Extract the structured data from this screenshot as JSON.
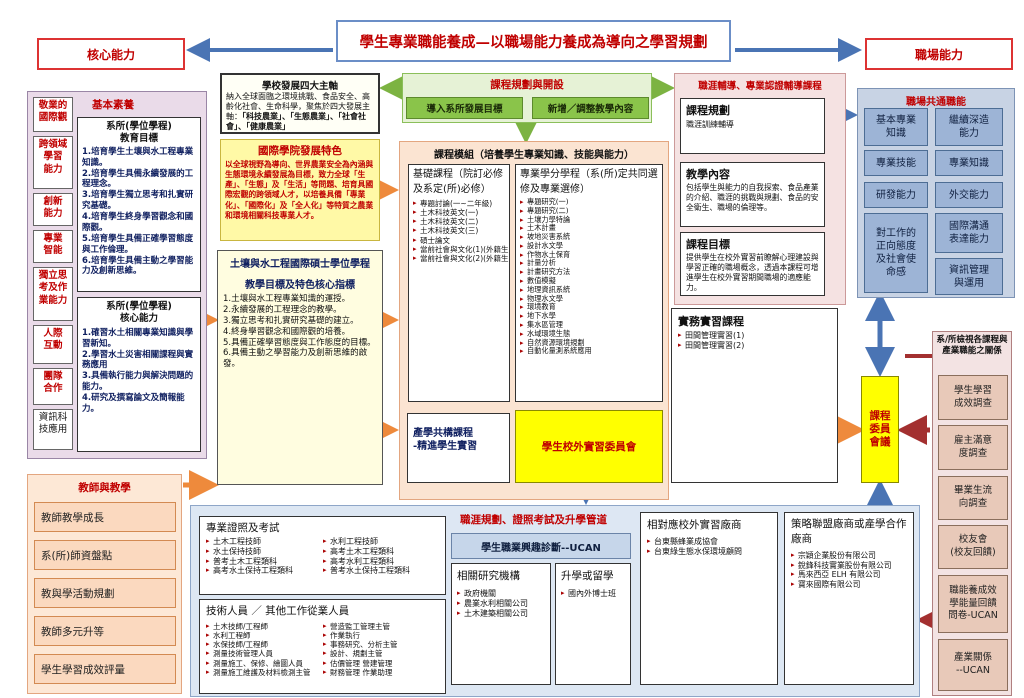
{
  "title": "學生專業職能養成—以職場能力養成為導向之學習規劃",
  "core_label": "核心能力",
  "workplace_label": "職場能力",
  "core_competencies": {
    "basic_title": "基本素養",
    "cells": [
      "敬業的\n國際觀",
      "跨領域\n學習\n能力",
      "創新\n能力",
      "專業\n智能",
      "獨立思\n考及作\n業能力",
      "人際\n互動",
      "團隊\n合作",
      "資訊科\n技應用"
    ],
    "dept_goals_heading": "系所(學位學程)\n教育目標",
    "dept_goals": [
      "1.培育學生土壤與水工程專業知識。",
      "2.培育學生具備永續發展的工程理念。",
      "3.培育學生獨立思考和扎實研究基礎。",
      "4.培育學生終身學習觀念和國際觀。",
      "5.培育學生具備正確學習態度與工作倫理。",
      "6.培育學生具備主動之學習能力及創新思維。"
    ],
    "core_ability_heading": "系所(學位學程)\n核心能力",
    "core_abilities": [
      "1.確習水土相關專業知識與學習新知。",
      "2.學習水土災害相關課程與實務應用",
      "3.具備執行能力與解決問題的能力。",
      "4.研究及撰寫論文及簡報能力。"
    ]
  },
  "school_goals": {
    "title": "學校發展四大主軸",
    "text": "納入全球面臨之環境挑戰、食品安全、高齡化社會、生命科學，聚焦於四大發展主軸：",
    "highlight": "「科技農業」、「生態農業」、「社會社會」、「健康農業」"
  },
  "intl_features": {
    "title": "國際學院發展特色",
    "text": "以全球視野為導向、世界農業安全為內涵與生態環境永續發展為目標，致力全球「生產」、「生態」及「生活」等問題、培育具國際宏觀的跨領域人才，以培養具備「專業化」、「國際化」及「全人化」等特質之農業和環境相關科技專業人才。"
  },
  "degree_program": {
    "title": "土壤與水工程國際碩士學位學程",
    "subtitle": "教學目標及特色核心指標",
    "items": [
      "1.土壤與水工程專業知識的運授。",
      "2.永續發展的工程理念的教學。",
      "3.獨立思考和扎實研究基礎的建立。",
      "4.終身學習觀念和國際觀的培養。",
      "5.具備正確學習態度與工作態度的目標。",
      "6.具備主動之學習能力及創新思維的啟發。"
    ]
  },
  "curriculum_planning": {
    "title": "課程規劃與開設",
    "left_button": "導入系所發展目標",
    "right_button": "新增／調整教學內容"
  },
  "course_modules": {
    "title": "課程模組（培養學生專業知識、技能與能力）",
    "basic": {
      "heading": "基礎課程（院訂必修及系定(所)必修）",
      "items": [
        "專題討論(一~二年級)",
        "土木科技英文(一)",
        "土木科技英文(二)",
        "土木科技英文(三)",
        "碩士論文",
        "當前社會與文化(1)(外籍生)",
        "當前社會與文化(2)(外籍生)"
      ]
    },
    "specialized": {
      "heading": "專業學分學程（系(所)定共同選修及專業選修）",
      "items": [
        "專題研究(一)",
        "專題研究(二)",
        "土壤力學特論",
        "土木計畫",
        "坡地災害系統",
        "設計水文學",
        "作物水土保育",
        "計量分析",
        "計畫研究方法",
        "數值模擬",
        "地理資訊系統",
        "物理水文學",
        "環境教育",
        "地下水學",
        "集水區管理",
        "水域環境生態",
        "自然資源環境規劃",
        "自動化量測系統應用"
      ]
    },
    "practice": {
      "heading": "實務實習課程",
      "items": [
        "田間管理實習(1)",
        "田間管理實習(2)"
      ]
    },
    "industry": "產學共構課程\n-精進學生實習",
    "committee": "學生校外實習委員會"
  },
  "professional_guidance": {
    "title": "職涯輔導、專業認證輔導課程",
    "plan_title": "課程規劃",
    "plan_text": "職涯訓練輔導",
    "content_title": "教學內容",
    "content_text": "包括學生與能力的自我探索、食品產業的介紹、職涯的挑戰與規劃、食品的安全衛生、職場的倫理等。",
    "goal_title": "課程目標",
    "goal_text": "提供學生在校外實習前瞭解心理建設與學習正確的職場概念，透過本課程可增進學生在校外實習期間職場的適應能力。"
  },
  "common_competencies": {
    "title": "職場共通職能",
    "cells": [
      "基本專業\n知識",
      "繼續深造\n能力",
      "專業技能",
      "專業知識",
      "研發能力",
      "外交能力",
      "對工作的\n正向態度\n及社會使\n命感",
      "國際溝通\n表達能力",
      "資訊管理\n與運用"
    ]
  },
  "course_committee": "課程\n委員\n會議",
  "survey": {
    "title": "系/所檢視各課程與產業職能之關係",
    "cells": [
      "學生學習\n成效調查",
      "雇主滿意\n度調查",
      "畢業生流\n向調查",
      "校友會\n(校友回饋)",
      "職能養成效\n學能量回饋\n問卷-UCAN",
      "產業關係\n--UCAN"
    ]
  },
  "teachers": {
    "title": "教師與教學",
    "items": [
      "教師教學成長",
      "系(所)師資盤點",
      "教與學活動規劃",
      "教師多元升等",
      "學生學習成效評量"
    ]
  },
  "career": {
    "title": "職涯規劃、證照考試及升學管道",
    "ucan": "學生職業興趣診斷--UCAN",
    "exam_title": "專業證照及考試",
    "exam_left": [
      "土木工程技師",
      "水土保持技師",
      "普考土木工程類科",
      "高考水土保持工程類科"
    ],
    "exam_right": [
      "水利工程技師",
      "高考土木工程類科",
      "高考水利工程類科",
      "普考水土保持工程類科"
    ],
    "tech_title": "技術人員 ／ 其他工作從業人員",
    "tech_left": [
      "土木技師/工程師",
      "水利工程師",
      "水保技師/工程師",
      "測量技術管理人員",
      "測量施工、保修、繪圖人員",
      "測量施工維護及材料檢測主管"
    ],
    "tech_right": [
      "營造監工管理主管",
      "作業執行",
      "事務研究、分析主管",
      "設計、規劃主管",
      "估價管理 營建管理",
      "財務管理 作業助理"
    ],
    "research_title": "相關研究機構",
    "research_items": [
      "政府機關",
      "農業水利相關公司",
      "土木建築相關公司"
    ],
    "study_title": "升學或留學",
    "study_items": [
      "國內外博士班"
    ],
    "intern_title": "相對應校外實習廠商",
    "intern_items": [
      "台東縣蜂業成協會",
      "台東綠生態水保環境顧問"
    ],
    "alliance_title": "策略聯盟廠商或產學合作廠商",
    "alliance_items": [
      "宗穎企業股份有限公司",
      "銳鋒科技實業股份有限公司",
      "馬來西亞 ELH 有限公司",
      "寶來國際有限公司"
    ]
  },
  "colors": {
    "orange": "#f0a471",
    "green": "#8bc34a",
    "blue": "#4a74b4",
    "red": "#c00000",
    "yellow": "#ffff00",
    "pale_blue": "#dde7f3",
    "pale_pink": "#f5e2e2"
  }
}
